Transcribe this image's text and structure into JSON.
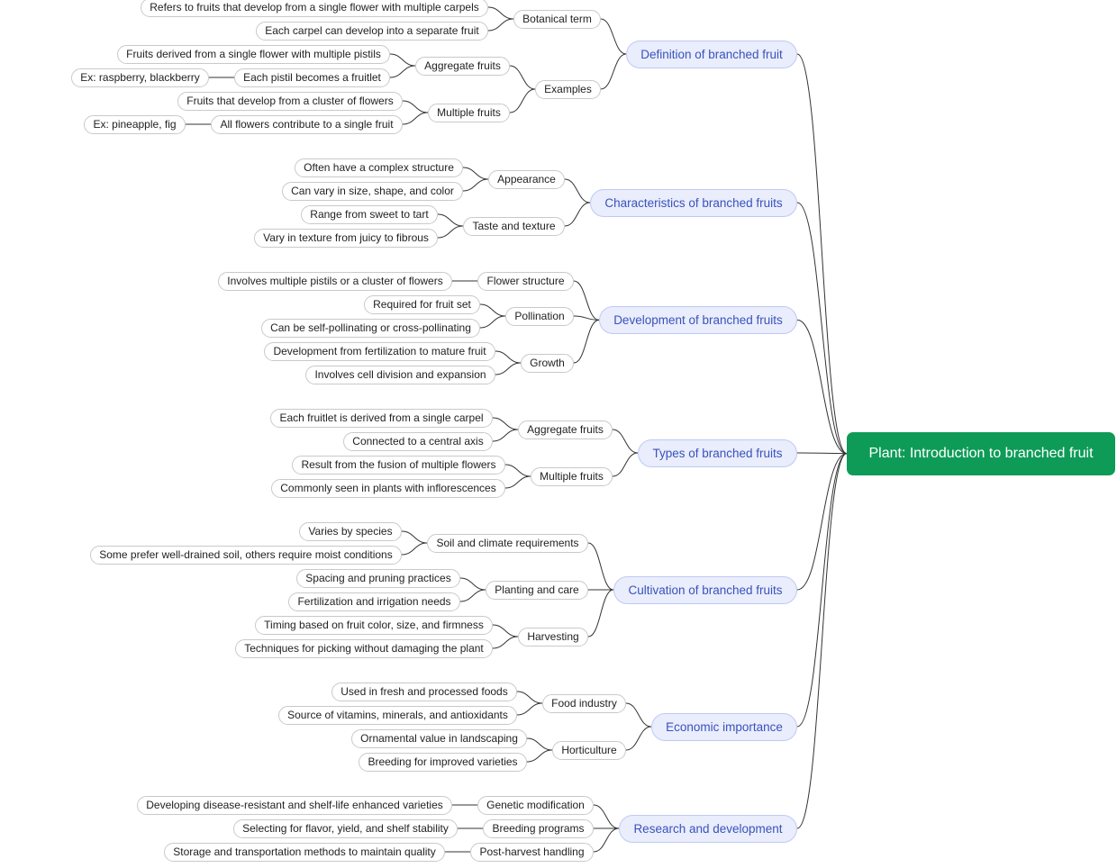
{
  "theme": {
    "root_bg": "#0e9b57",
    "root_text": "#ffffff",
    "branch_bg": "#e9edfc",
    "branch_border": "#c0c9f3",
    "branch_text": "#3a52ba",
    "node_bg": "#ffffff",
    "node_border": "#c9c9c9",
    "node_text": "#222222",
    "link_color": "#333333"
  },
  "tree": {
    "label": "Plant: Introduction to branched fruit",
    "children": [
      {
        "label": "Definition of branched fruit",
        "children": [
          {
            "label": "Botanical term",
            "children": [
              {
                "label": "Refers to fruits that develop from a single flower with multiple carpels"
              },
              {
                "label": "Each carpel can develop into a separate fruit"
              }
            ]
          },
          {
            "label": "Examples",
            "children": [
              {
                "label": "Aggregate fruits",
                "children": [
                  {
                    "label": "Fruits derived from a single flower with multiple pistils"
                  },
                  {
                    "label": "Each pistil becomes a fruitlet",
                    "children": [
                      {
                        "label": "Ex: raspberry, blackberry"
                      }
                    ]
                  }
                ]
              },
              {
                "label": "Multiple fruits",
                "children": [
                  {
                    "label": "Fruits that develop from a cluster of flowers"
                  },
                  {
                    "label": "All flowers contribute to a single fruit",
                    "children": [
                      {
                        "label": "Ex: pineapple, fig"
                      }
                    ]
                  }
                ]
              }
            ]
          }
        ]
      },
      {
        "label": "Characteristics of branched fruits",
        "children": [
          {
            "label": "Appearance",
            "children": [
              {
                "label": "Often have a complex structure"
              },
              {
                "label": "Can vary in size, shape, and color"
              }
            ]
          },
          {
            "label": "Taste and texture",
            "children": [
              {
                "label": "Range from sweet to tart"
              },
              {
                "label": "Vary in texture from juicy to fibrous"
              }
            ]
          }
        ]
      },
      {
        "label": "Development of branched fruits",
        "children": [
          {
            "label": "Flower structure",
            "children": [
              {
                "label": "Involves multiple pistils or a cluster of flowers"
              }
            ]
          },
          {
            "label": "Pollination",
            "children": [
              {
                "label": "Required for fruit set"
              },
              {
                "label": "Can be self-pollinating or cross-pollinating"
              }
            ]
          },
          {
            "label": "Growth",
            "children": [
              {
                "label": "Development from fertilization to mature fruit"
              },
              {
                "label": "Involves cell division and expansion"
              }
            ]
          }
        ]
      },
      {
        "label": "Types of branched fruits",
        "children": [
          {
            "label": "Aggregate fruits",
            "children": [
              {
                "label": "Each fruitlet is derived from a single carpel"
              },
              {
                "label": "Connected to a central axis"
              }
            ]
          },
          {
            "label": "Multiple fruits",
            "children": [
              {
                "label": "Result from the fusion of multiple flowers"
              },
              {
                "label": "Commonly seen in plants with inflorescences"
              }
            ]
          }
        ]
      },
      {
        "label": "Cultivation of branched fruits",
        "children": [
          {
            "label": "Soil and climate requirements",
            "children": [
              {
                "label": "Varies by species"
              },
              {
                "label": "Some prefer well-drained soil, others require moist conditions"
              }
            ]
          },
          {
            "label": "Planting and care",
            "children": [
              {
                "label": "Spacing and pruning practices"
              },
              {
                "label": "Fertilization and irrigation needs"
              }
            ]
          },
          {
            "label": "Harvesting",
            "children": [
              {
                "label": "Timing based on fruit color, size, and firmness"
              },
              {
                "label": "Techniques for picking without damaging the plant"
              }
            ]
          }
        ]
      },
      {
        "label": "Economic importance",
        "children": [
          {
            "label": "Food industry",
            "children": [
              {
                "label": "Used in fresh and processed foods"
              },
              {
                "label": "Source of vitamins, minerals, and antioxidants"
              }
            ]
          },
          {
            "label": "Horticulture",
            "children": [
              {
                "label": "Ornamental value in landscaping"
              },
              {
                "label": "Breeding for improved varieties"
              }
            ]
          }
        ]
      },
      {
        "label": "Research and development",
        "children": [
          {
            "label": "Genetic modification",
            "children": [
              {
                "label": "Developing disease-resistant and shelf-life enhanced varieties"
              }
            ]
          },
          {
            "label": "Breeding programs",
            "children": [
              {
                "label": "Selecting for flavor, yield, and shelf stability"
              }
            ]
          },
          {
            "label": "Post-harvest handling",
            "children": [
              {
                "label": "Storage and transportation methods to maintain quality"
              }
            ]
          }
        ]
      }
    ]
  }
}
